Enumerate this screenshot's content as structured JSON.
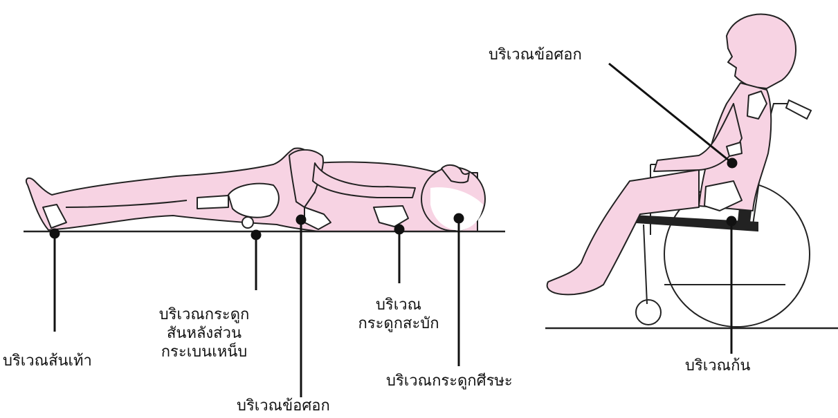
{
  "diagram": {
    "labels": {
      "heel": "บริเวณส้นเท้า",
      "sacrum_line1": "บริเวณกระดูก",
      "sacrum_line2": "สันหลังส่วน",
      "sacrum_line3": "กระเบนเหน็บ",
      "elbow_lying": "บริเวณข้อศอก",
      "scapula_line1": "บริเวณ",
      "scapula_line2": "กระดูกสะบัก",
      "occiput": "บริเวณกระดูกศีรษะ",
      "elbow_sitting": "บริเวณข้อศอก",
      "buttock": "บริเวณก้น"
    }
  },
  "colors": {
    "skin": "#f7d3e3",
    "outline": "#222222",
    "bone": "#ffffff",
    "leader": "#111111"
  }
}
